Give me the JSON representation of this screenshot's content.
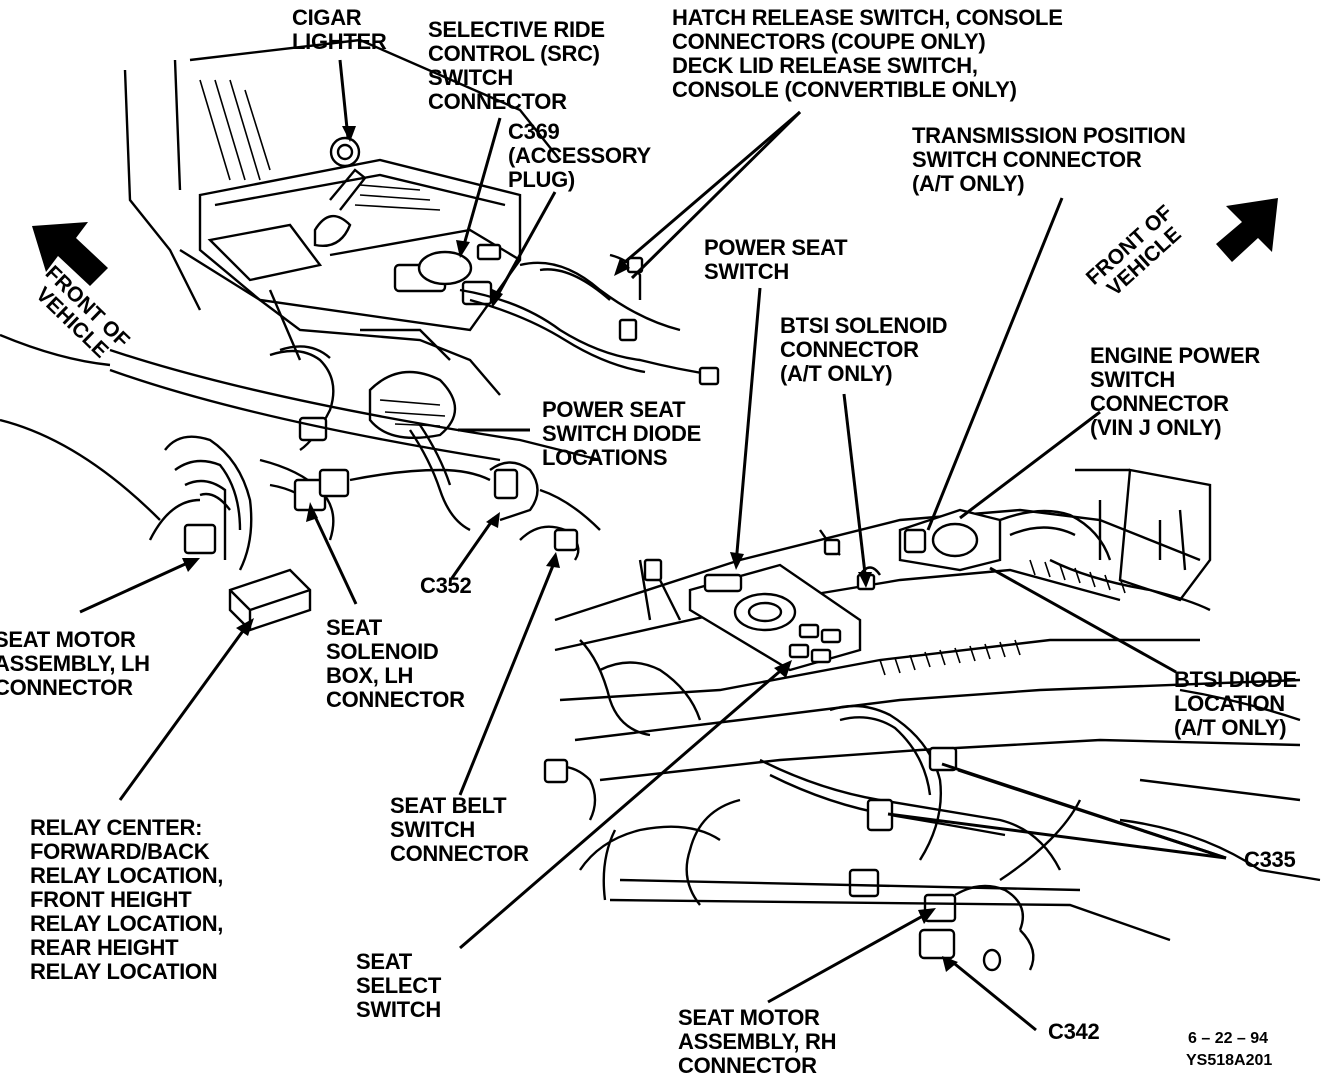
{
  "labels": {
    "cigar_lighter": "CIGAR\nLIGHTER",
    "selective_ride": "SELECTIVE RIDE\nCONTROL (SRC)\nSWITCH\nCONNECTOR",
    "hatch_release": "HATCH RELEASE SWITCH, CONSOLE\nCONNECTORS (COUPE ONLY)\nDECK LID RELEASE SWITCH,\nCONSOLE (CONVERTIBLE ONLY)",
    "c369": "C369\n(ACCESSORY\nPLUG)",
    "transmission_position": "TRANSMISSION POSITION\nSWITCH CONNECTOR\n(A/T ONLY)",
    "power_seat_switch": "POWER SEAT\nSWITCH",
    "btsi_solenoid": "BTSI SOLENOID\nCONNECTOR\n(A/T ONLY)",
    "engine_power": "ENGINE POWER\nSWITCH\nCONNECTOR\n(VIN J ONLY)",
    "diode_locations": "POWER SEAT\nSWITCH DIODE\nLOCATIONS",
    "c352": "C352",
    "seat_motor_lh": "SEAT MOTOR\nASSEMBLY, LH\nCONNECTOR",
    "seat_solenoid": "SEAT\nSOLENOID\nBOX, LH\nCONNECTOR",
    "btsi_diode": "BTSI DIODE\nLOCATION\n(A/T ONLY)",
    "relay_center": "RELAY CENTER:\nFORWARD/BACK\nRELAY LOCATION,\nFRONT HEIGHT\nRELAY LOCATION,\nREAR HEIGHT\nRELAY LOCATION",
    "seat_belt": "SEAT BELT\nSWITCH\nCONNECTOR",
    "c335": "C335",
    "seat_select": "SEAT\nSELECT\nSWITCH",
    "seat_motor_rh": "SEAT MOTOR\nASSEMBLY, RH\nCONNECTOR",
    "c342": "C342",
    "front_left": "FRONT OF\nVEHICLE",
    "front_right": "FRONT OF\nVEHICLE"
  },
  "footer": {
    "date": "6 – 22 – 94",
    "code": "YS518A201"
  },
  "colors": {
    "ink": "#000000",
    "paper": "#ffffff"
  }
}
